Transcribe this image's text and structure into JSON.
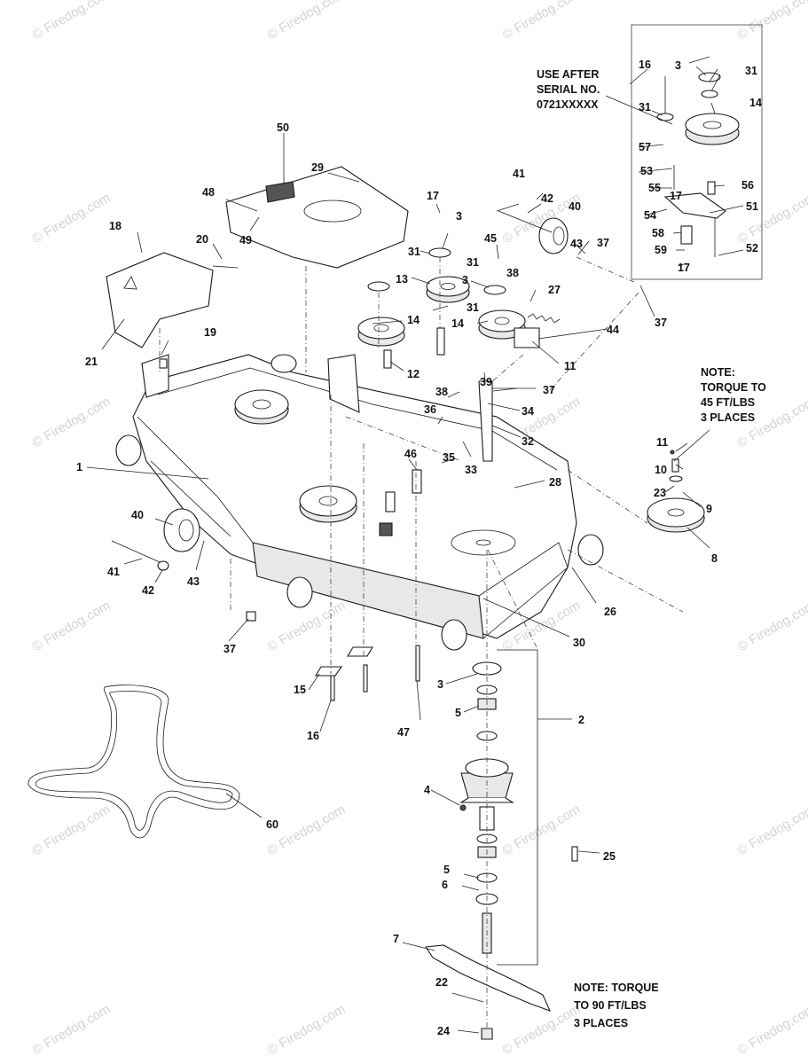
{
  "callouts": [
    {
      "id": "c1",
      "text": "1"
    },
    {
      "id": "c2",
      "text": "2"
    },
    {
      "id": "c3a",
      "text": "3"
    },
    {
      "id": "c3b",
      "text": "3"
    },
    {
      "id": "c3c",
      "text": "3"
    },
    {
      "id": "c3d",
      "text": "3"
    },
    {
      "id": "c4",
      "text": "4"
    },
    {
      "id": "c5a",
      "text": "5"
    },
    {
      "id": "c5b",
      "text": "5"
    },
    {
      "id": "c6",
      "text": "6"
    },
    {
      "id": "c7",
      "text": "7"
    },
    {
      "id": "c8",
      "text": "8"
    },
    {
      "id": "c9",
      "text": "9"
    },
    {
      "id": "c10",
      "text": "10"
    },
    {
      "id": "c11a",
      "text": "11"
    },
    {
      "id": "c11b",
      "text": "11"
    },
    {
      "id": "c12",
      "text": "12"
    },
    {
      "id": "c13",
      "text": "13"
    },
    {
      "id": "c14a",
      "text": "14"
    },
    {
      "id": "c14b",
      "text": "14"
    },
    {
      "id": "c14c",
      "text": "14"
    },
    {
      "id": "c15",
      "text": "15"
    },
    {
      "id": "c16a",
      "text": "16"
    },
    {
      "id": "c16b",
      "text": "16"
    },
    {
      "id": "c17a",
      "text": "17"
    },
    {
      "id": "c17b",
      "text": "17"
    },
    {
      "id": "c17c",
      "text": "17"
    },
    {
      "id": "c18",
      "text": "18"
    },
    {
      "id": "c19",
      "text": "19"
    },
    {
      "id": "c20",
      "text": "20"
    },
    {
      "id": "c21",
      "text": "21"
    },
    {
      "id": "c22",
      "text": "22"
    },
    {
      "id": "c23",
      "text": "23"
    },
    {
      "id": "c24",
      "text": "24"
    },
    {
      "id": "c25",
      "text": "25"
    },
    {
      "id": "c26",
      "text": "26"
    },
    {
      "id": "c27",
      "text": "27"
    },
    {
      "id": "c28",
      "text": "28"
    },
    {
      "id": "c29",
      "text": "29"
    },
    {
      "id": "c30",
      "text": "30"
    },
    {
      "id": "c31a",
      "text": "31"
    },
    {
      "id": "c31b",
      "text": "31"
    },
    {
      "id": "c31c",
      "text": "31"
    },
    {
      "id": "c31d",
      "text": "31"
    },
    {
      "id": "c31e",
      "text": "31"
    },
    {
      "id": "c32",
      "text": "32"
    },
    {
      "id": "c33",
      "text": "33"
    },
    {
      "id": "c34",
      "text": "34"
    },
    {
      "id": "c35",
      "text": "35"
    },
    {
      "id": "c36",
      "text": "36"
    },
    {
      "id": "c37a",
      "text": "37"
    },
    {
      "id": "c37b",
      "text": "37"
    },
    {
      "id": "c37c",
      "text": "37"
    },
    {
      "id": "c37d",
      "text": "37"
    },
    {
      "id": "c38a",
      "text": "38"
    },
    {
      "id": "c38b",
      "text": "38"
    },
    {
      "id": "c39",
      "text": "39"
    },
    {
      "id": "c40a",
      "text": "40"
    },
    {
      "id": "c40b",
      "text": "40"
    },
    {
      "id": "c41a",
      "text": "41"
    },
    {
      "id": "c41b",
      "text": "41"
    },
    {
      "id": "c42a",
      "text": "42"
    },
    {
      "id": "c42b",
      "text": "42"
    },
    {
      "id": "c43a",
      "text": "43"
    },
    {
      "id": "c43b",
      "text": "43"
    },
    {
      "id": "c44",
      "text": "44"
    },
    {
      "id": "c45",
      "text": "45"
    },
    {
      "id": "c46",
      "text": "46"
    },
    {
      "id": "c47",
      "text": "47"
    },
    {
      "id": "c48",
      "text": "48"
    },
    {
      "id": "c49",
      "text": "49"
    },
    {
      "id": "c50",
      "text": "50"
    },
    {
      "id": "c51",
      "text": "51"
    },
    {
      "id": "c52",
      "text": "52"
    },
    {
      "id": "c53",
      "text": "53"
    },
    {
      "id": "c54",
      "text": "54"
    },
    {
      "id": "c55",
      "text": "55"
    },
    {
      "id": "c56",
      "text": "56"
    },
    {
      "id": "c57",
      "text": "57"
    },
    {
      "id": "c58",
      "text": "58"
    },
    {
      "id": "c59",
      "text": "59"
    },
    {
      "id": "c60",
      "text": "60"
    }
  ],
  "notes": {
    "serial": [
      "USE AFTER",
      "SERIAL NO.",
      "0721XXXXX"
    ],
    "torque45": [
      "NOTE:",
      "TORQUE TO",
      "45 FT/LBS",
      "3 PLACES"
    ],
    "torque90": [
      "NOTE: TORQUE",
      "TO 90 FT/LBS",
      "3 PLACES"
    ]
  },
  "watermark": "© Firedog.com"
}
